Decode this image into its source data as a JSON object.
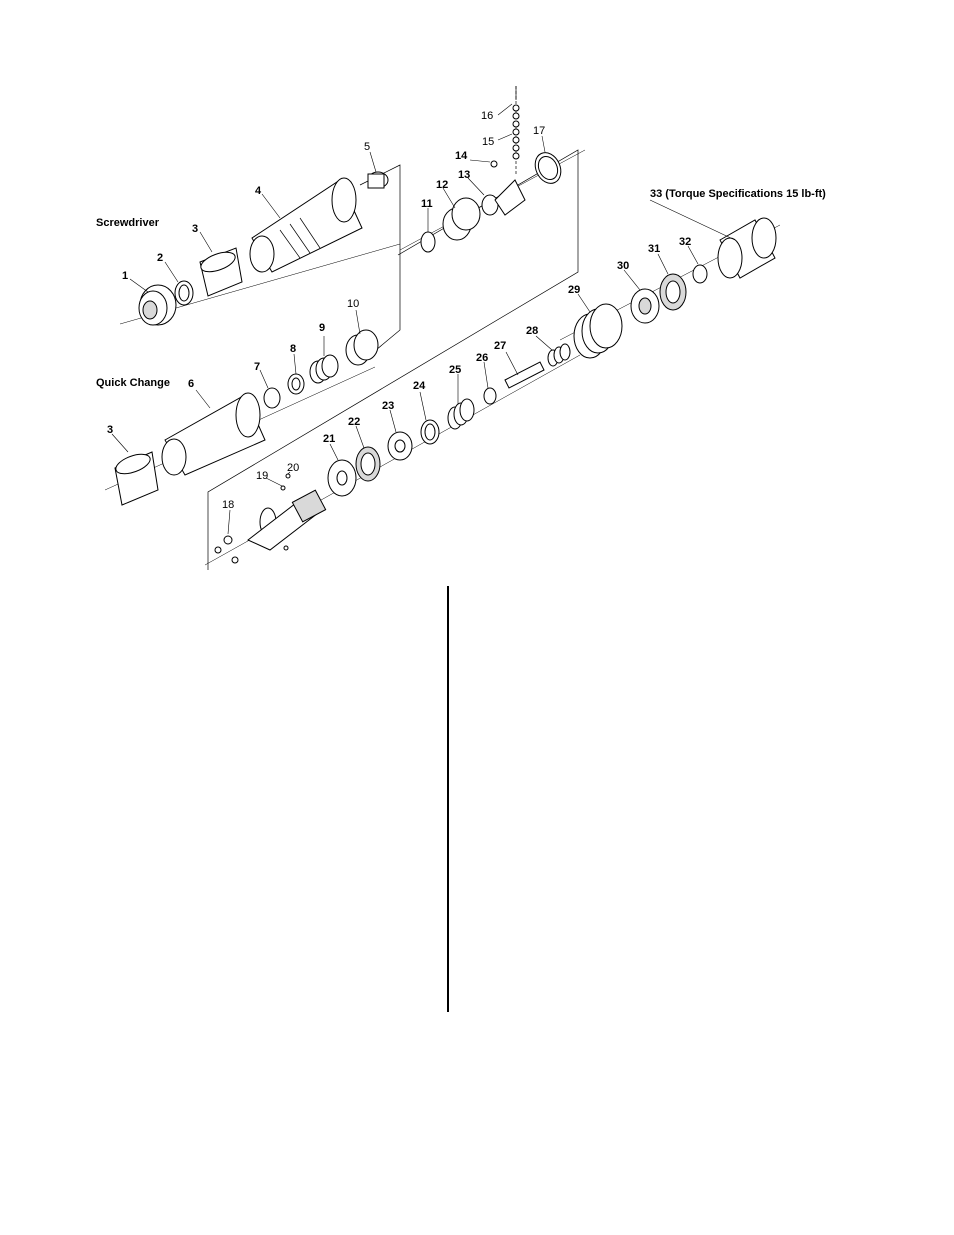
{
  "diagram": {
    "headings": {
      "screwdriver": "Screwdriver",
      "quick_change": "Quick Change",
      "torque_spec": "33 (Torque Specifications 15 lb-ft)"
    },
    "part_numbers": [
      "1",
      "2",
      "3",
      "4",
      "5",
      "6",
      "7",
      "8",
      "9",
      "10",
      "11",
      "12",
      "13",
      "14",
      "15",
      "16",
      "17",
      "18",
      "19",
      "20",
      "21",
      "22",
      "23",
      "24",
      "25",
      "26",
      "27",
      "28",
      "29",
      "30",
      "31",
      "32",
      "3"
    ]
  }
}
